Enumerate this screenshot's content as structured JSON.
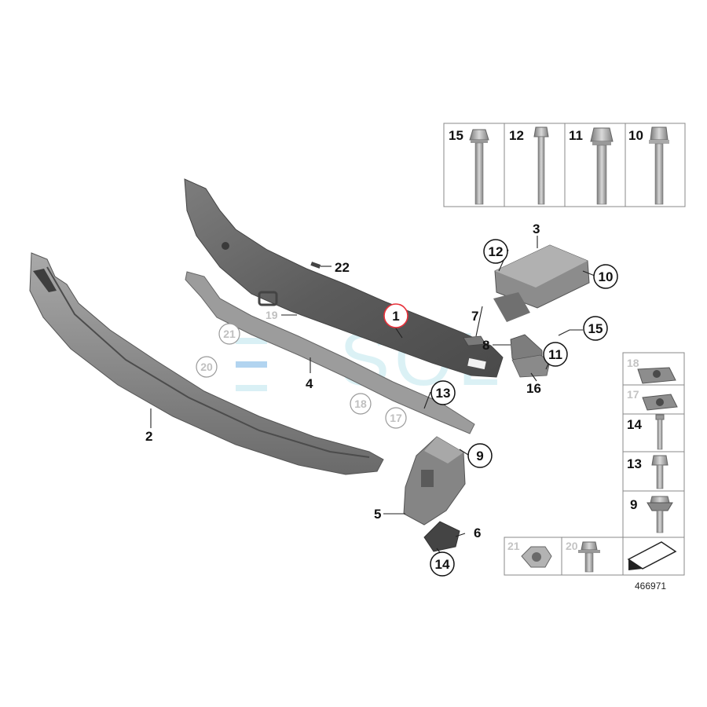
{
  "callouts": {
    "c1": "1",
    "c2": "2",
    "c3": "3",
    "c4": "4",
    "c5": "5",
    "c6": "6",
    "c7": "7",
    "c8": "8",
    "c9": "9",
    "c10": "10",
    "c11": "11",
    "c12": "12",
    "c13": "13",
    "c14": "14",
    "c15": "15",
    "c16": "16",
    "c17": "17",
    "c18": "18",
    "c19": "19",
    "c20": "20",
    "c21": "21",
    "c22": "22"
  },
  "hardware_top": {
    "b15": "15",
    "b12": "12",
    "b11": "11",
    "b10": "10"
  },
  "hardware_side": {
    "s18": "18",
    "s17": "17",
    "s14": "14",
    "s13": "13",
    "s9": "9",
    "s21": "21",
    "s20": "20"
  },
  "diagram_number": "466971",
  "watermark": "SOL",
  "colors": {
    "part_dark": "#5f5f5f",
    "part_mid": "#8a8a8a",
    "part_light": "#b3b3b3",
    "highlight_ring": "#e8303a",
    "watermark": "#bfe6ee"
  }
}
